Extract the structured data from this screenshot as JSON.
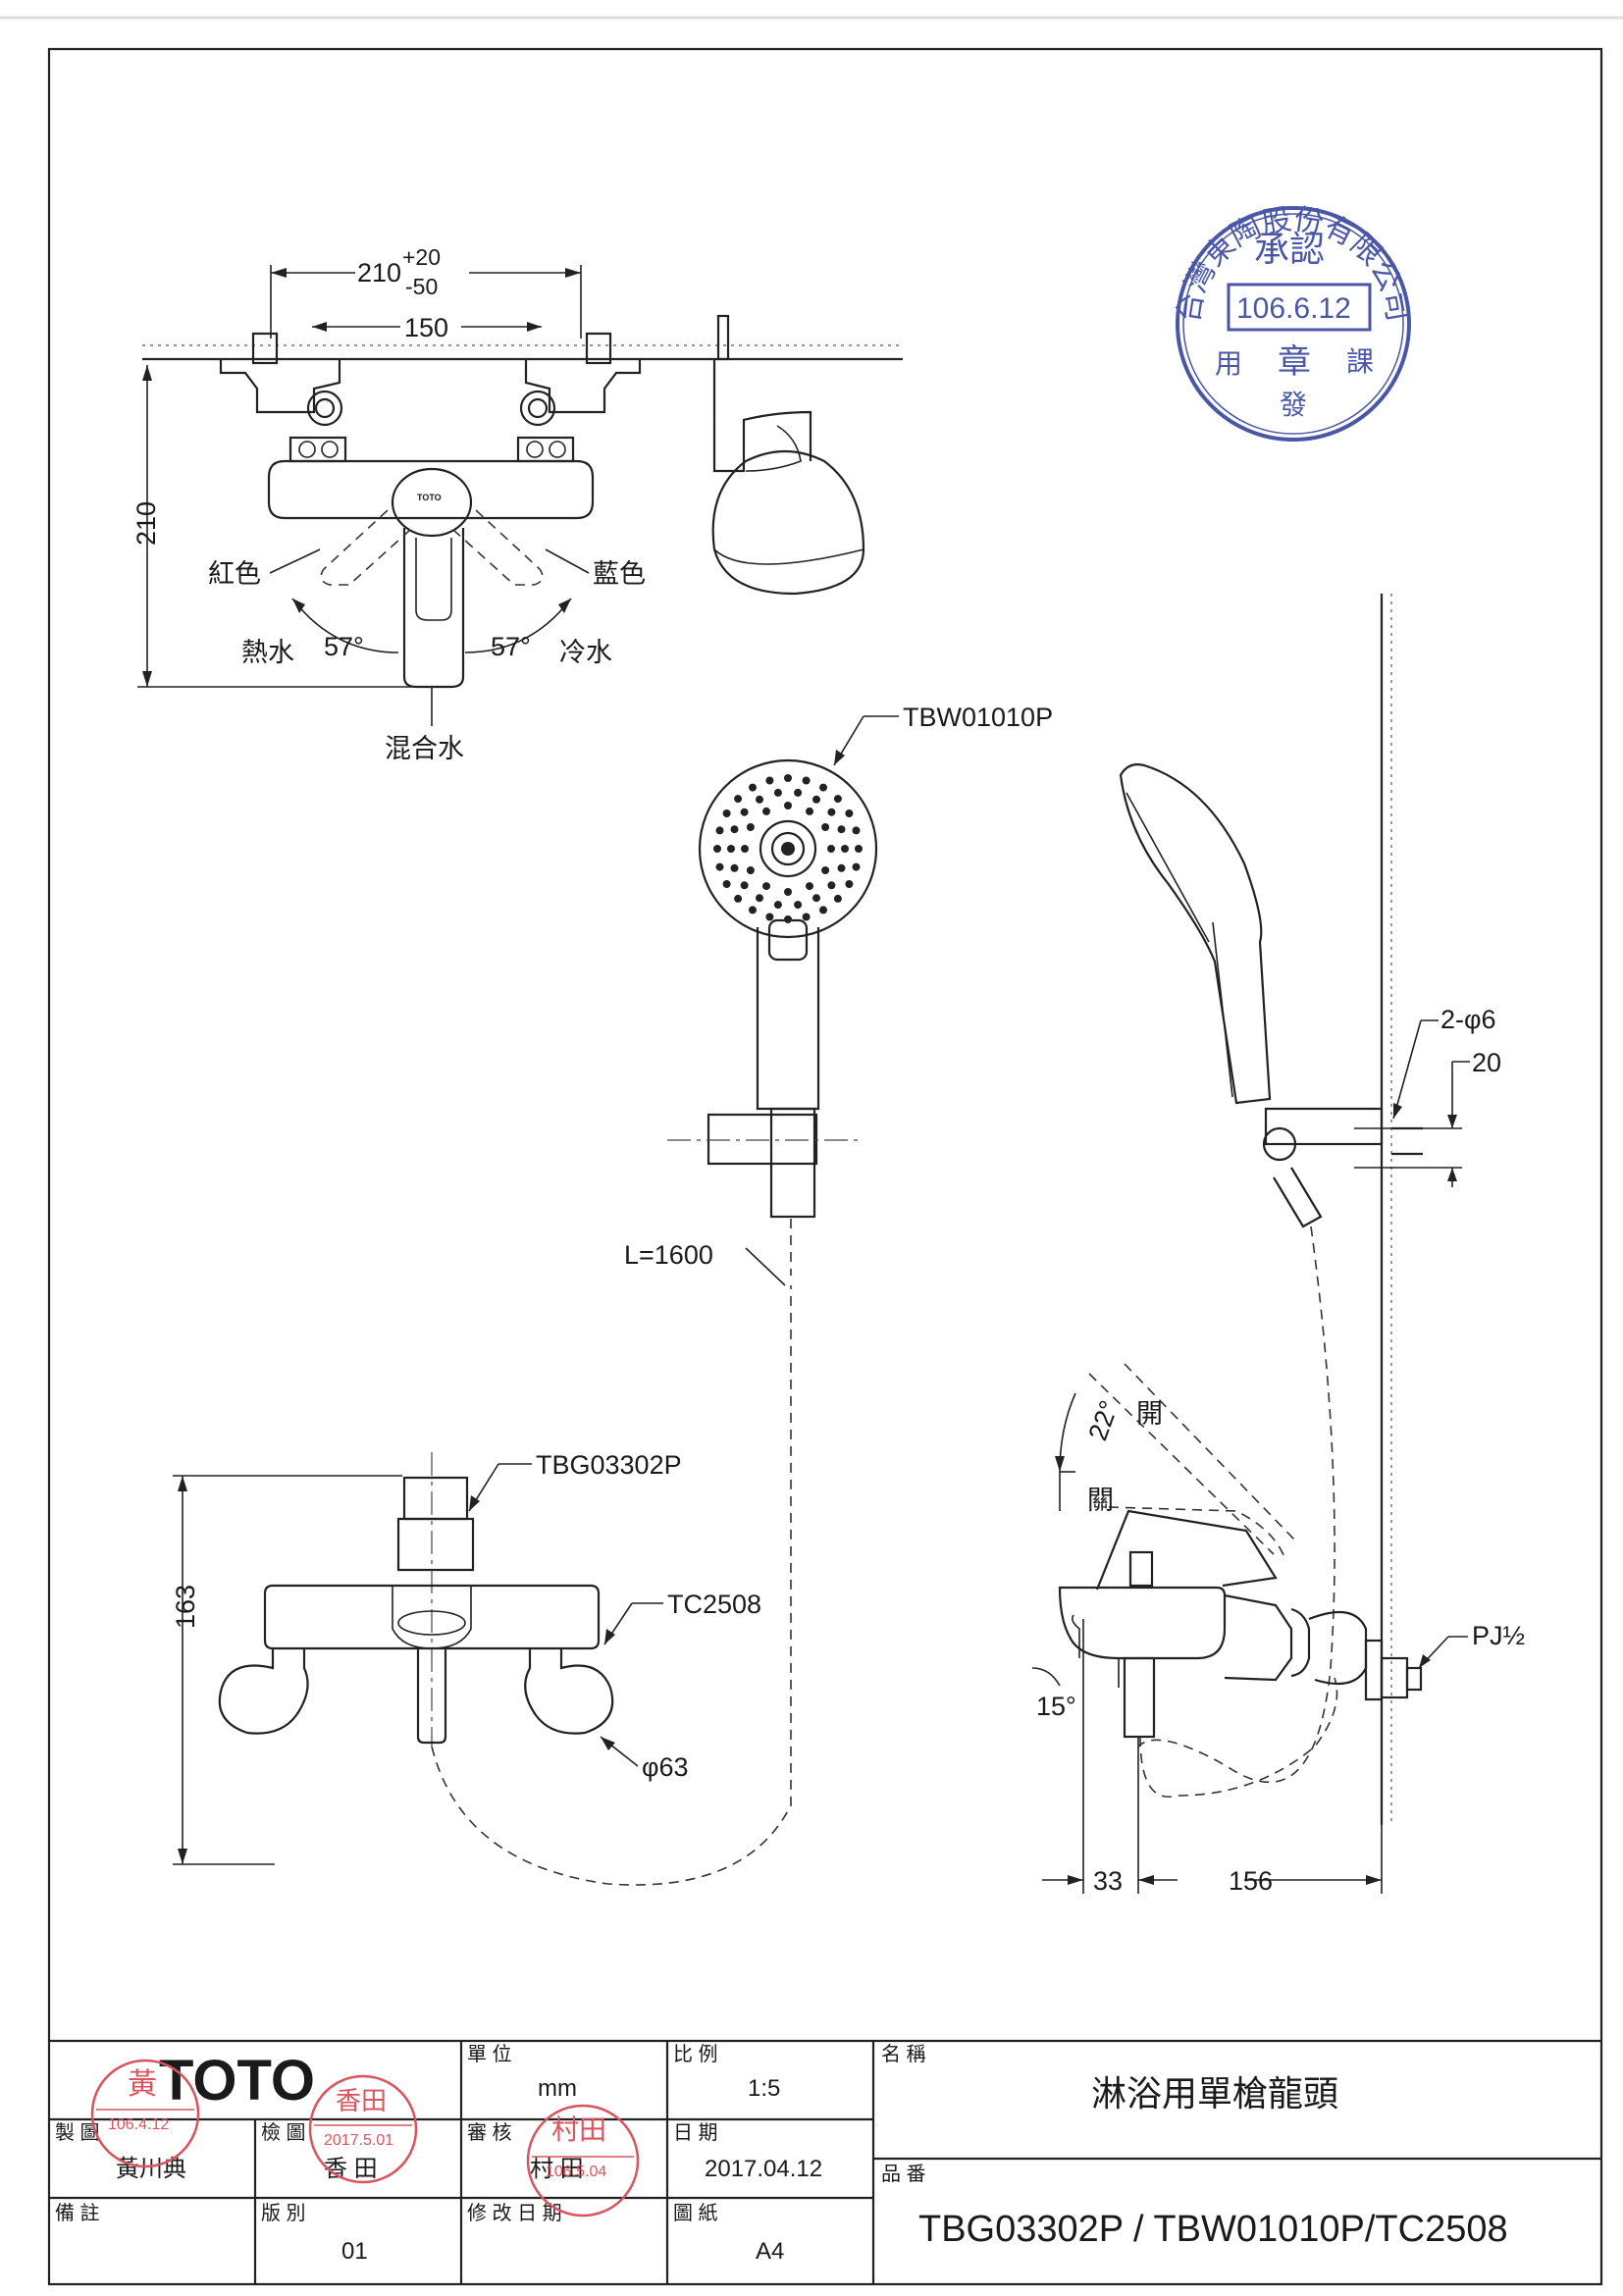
{
  "drawing": {
    "top_view": {
      "dim_centers_main": "210",
      "dim_tol_plus": "+20",
      "dim_tol_minus": "-50",
      "dim_inner": "150",
      "dim_height": "210",
      "red_label": "紅色",
      "blue_label": "藍色",
      "hot_label": "熱水",
      "cold_label": "冷水",
      "mix_label": "混合水",
      "angle_left": "57°",
      "angle_right": "57°",
      "logo_small": "TOTO"
    },
    "shower_head_label": "TBW01010P",
    "hose_length": "L=1600",
    "front_view": {
      "model_label": "TBG03302P",
      "cap_label": "TC2508",
      "dim_height": "163",
      "dim_diameter": "φ63"
    },
    "side_view": {
      "angle_open": "22°",
      "open_label": "開",
      "close_label": "關",
      "spout_angle": "15°",
      "thread_label": "PJ½",
      "dim_left": "33",
      "dim_right": "156",
      "holes_label": "2-φ6",
      "holes_spacing": "20"
    }
  },
  "approval_stamp": {
    "company": "台灣東陶股份有限公司",
    "word_approved": "承認",
    "date": "106.6.12",
    "word_seal": "章",
    "side_left": "用",
    "side_right": "課",
    "bottom": "發"
  },
  "title_block": {
    "brand": "TOTO",
    "unit_header": "單 位",
    "unit_value": "mm",
    "scale_header": "比 例",
    "scale_value": "1:5",
    "name_header": "名 稱",
    "name_value": "淋浴用單槍龍頭",
    "drawn_header": "製 圖",
    "drawn_value": "黃川典",
    "check_header": "檢 圖",
    "check_value": "香 田",
    "review_header": "審 核",
    "review_value": "村 田",
    "date_header": "日 期",
    "date_value": "2017.04.12",
    "part_header": "品 番",
    "part_value": "TBG03302P / TBW01010P/TC2508",
    "remarks_header": "備 註",
    "version_header": "版 別",
    "version_value": "01",
    "revdate_header": "修 改 日 期",
    "paper_header": "圖 紙",
    "paper_value": "A4",
    "stamp_drawn_name": "黃",
    "stamp_drawn_date": "106.4.12",
    "stamp_check_name": "香田",
    "stamp_check_date": "2017.5.01",
    "stamp_review_name": "村田",
    "stamp_review_date": "106.5.04"
  }
}
